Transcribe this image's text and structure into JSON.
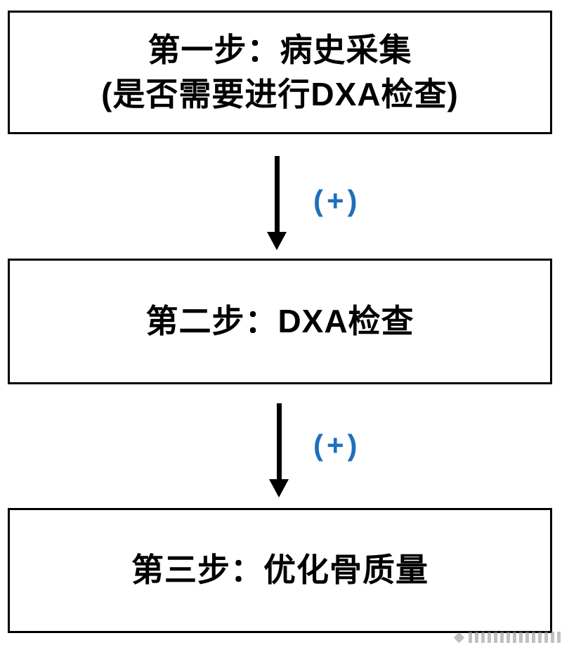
{
  "diagram": {
    "steps": [
      {
        "title": "第一步：病史采集",
        "subtitle": "(是否需要进行DXA检查)"
      },
      {
        "title": "第二步：DXA检查",
        "subtitle": ""
      },
      {
        "title": "第三步：优化骨质量",
        "subtitle": ""
      }
    ],
    "connectors": [
      {
        "label": "(+)"
      },
      {
        "label": "(+)"
      }
    ],
    "colors": {
      "box_border": "#000000",
      "box_text": "#000000",
      "arrow": "#000000",
      "connector_label": "#1e6fbe",
      "watermark": "#909090"
    }
  }
}
